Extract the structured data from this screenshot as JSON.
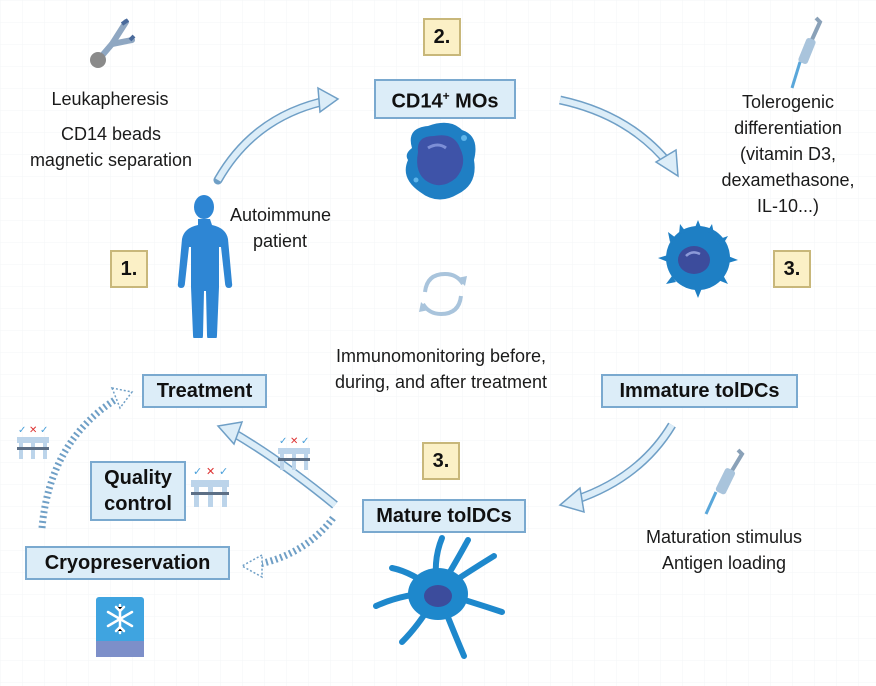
{
  "diagram": {
    "steps": {
      "step1": "1.",
      "step2": "2.",
      "step3_top": "3.",
      "step3_bottom": "3."
    },
    "labels": {
      "leukapheresis": "Leukapheresis",
      "cd14_beads_line1": "CD14 beads",
      "cd14_beads_line2": "magnetic separation",
      "autoimmune_line1": "Autoimmune",
      "autoimmune_line2": "patient",
      "tolerogenic_line1": "Tolerogenic",
      "tolerogenic_line2": "differentiation",
      "tolerogenic_line3": "(vitamin D3,",
      "tolerogenic_line4": "dexamethasone,",
      "tolerogenic_line5": "IL-10...)",
      "immunomonitoring_line1": "Immunomonitoring before,",
      "immunomonitoring_line2": "during, and after treatment",
      "maturation_line1": "Maturation stimulus",
      "maturation_line2": "Antigen loading"
    },
    "boxes": {
      "cd14_main": "CD14",
      "cd14_sup": "+",
      "cd14_suffix": " MOs",
      "treatment": "Treatment",
      "immature": "Immature tolDCs",
      "mature": "Mature tolDCs",
      "quality_line1": "Quality",
      "quality_line2": "control",
      "cryo": "Cryopreservation"
    },
    "colors": {
      "box_fill": "#dcedf8",
      "box_border": "#7aa9cf",
      "step_fill": "#fbf0c6",
      "step_border": "#c8b77a",
      "arrow_fill": "#dcedf8",
      "arrow_stroke": "#6f9fc6",
      "cell_blue": "#2f7fc4",
      "nucleus": "#3a4f9e"
    },
    "icons": [
      "antibody-icon",
      "patient-silhouette-icon",
      "monocyte-cell-icon",
      "pipette-icon",
      "immature-dendritic-cell-icon",
      "cycle-arrows-icon",
      "mature-dendritic-cell-icon",
      "test-tubes-icon",
      "freezer-icon"
    ]
  }
}
